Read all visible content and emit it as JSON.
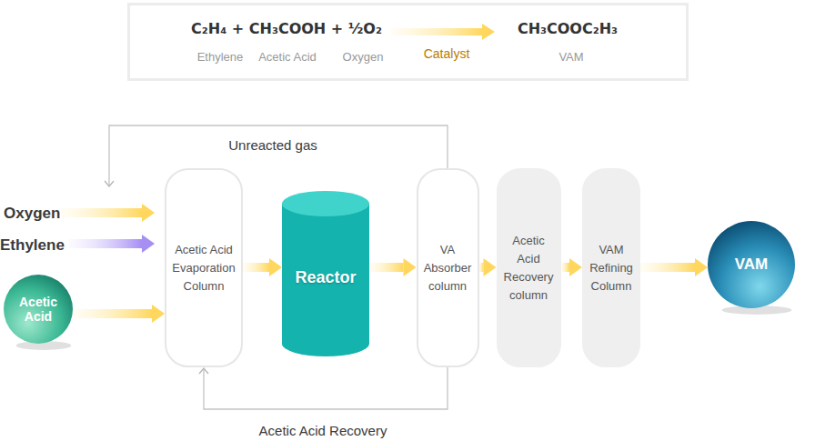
{
  "diagram": {
    "nodes": [
      {
        "text": [
          "C₂H₄ + CH₃COOH + ½O₂",
          "Ethylene",
          "Acetic Acid",
          "Oxygen",
          "Catalyst",
          "CH₃COOC₂H₃",
          "VAM"
        ]
      },
      {
        "text": [
          "Acetic Acid"
        ]
      },
      {
        "text": [
          "Acetic Acid Evaporation Column"
        ]
      },
      {
        "text": [
          "Reactor"
        ]
      },
      {
        "text": [
          "VA Absorber column"
        ]
      },
      {
        "text": [
          "Acetic Acid Recovery column"
        ]
      },
      {
        "text": [
          "VAM Refining Column"
        ]
      },
      {
        "text": [
          "VAM"
        ]
      }
    ],
    "edges": [
      {
        "from": 1,
        "to": 2,
        "arrow": "to"
      },
      {
        "from": 2,
        "to": 3,
        "arrow": "to"
      },
      {
        "from": 3,
        "to": 4,
        "arrow": "to"
      },
      {
        "from": 4,
        "to": 5,
        "arrow": "to"
      },
      {
        "from": 5,
        "to": 6,
        "arrow": "to"
      },
      {
        "from": 6,
        "to": 7,
        "arrow": "to"
      },
      {
        "from": 4,
        "to": 2,
        "label": "Unreacted gas",
        "arrow": "to"
      },
      {
        "from": 4,
        "to": 2,
        "label": "Acetic Acid Recovery",
        "arrow": "to"
      }
    ],
    "labels": [
      "Oxygen",
      "Ethylene"
    ]
  }
}
